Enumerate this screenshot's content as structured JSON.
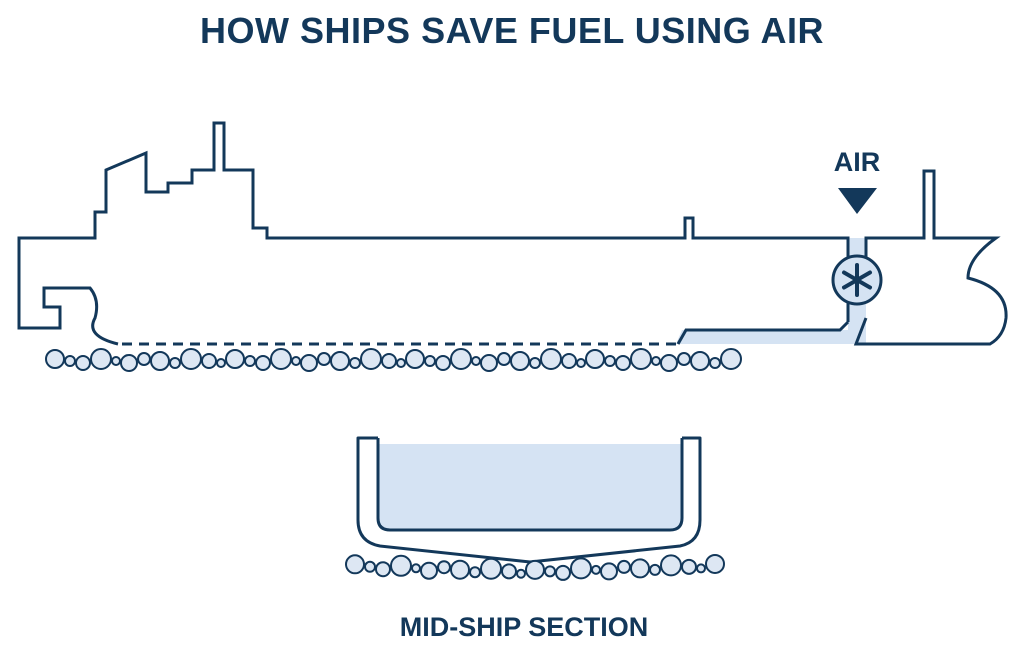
{
  "title": "HOW SHIPS SAVE FUEL USING AIR",
  "air_label": "AIR",
  "caption": "MID-SHIP SECTION",
  "icons": {
    "air_arrow": "down-arrow-icon",
    "compressor": "fan-icon"
  },
  "colors": {
    "outline": "#13385a",
    "air_fill": "#d5e3f3",
    "bubble_fill": "#dde7f3",
    "background": "#ffffff"
  }
}
